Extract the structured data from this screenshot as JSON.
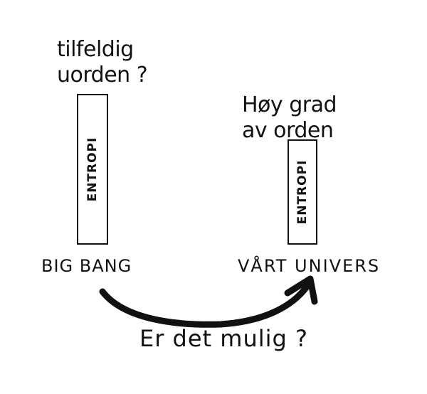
{
  "left": {
    "caption_line1": "tilfeldig",
    "caption_line2": "uorden ?",
    "bar_label": "ENTROPI",
    "label": "BIG BANG"
  },
  "right": {
    "caption_line1": "Høy grad",
    "caption_line2": "av orden",
    "bar_label": "ENTROPI",
    "label": "VÅRT UNIVERS"
  },
  "arrow_question": "Er det mulig ?",
  "colors": {
    "ink": "#111111",
    "paper": "#ffffff"
  }
}
